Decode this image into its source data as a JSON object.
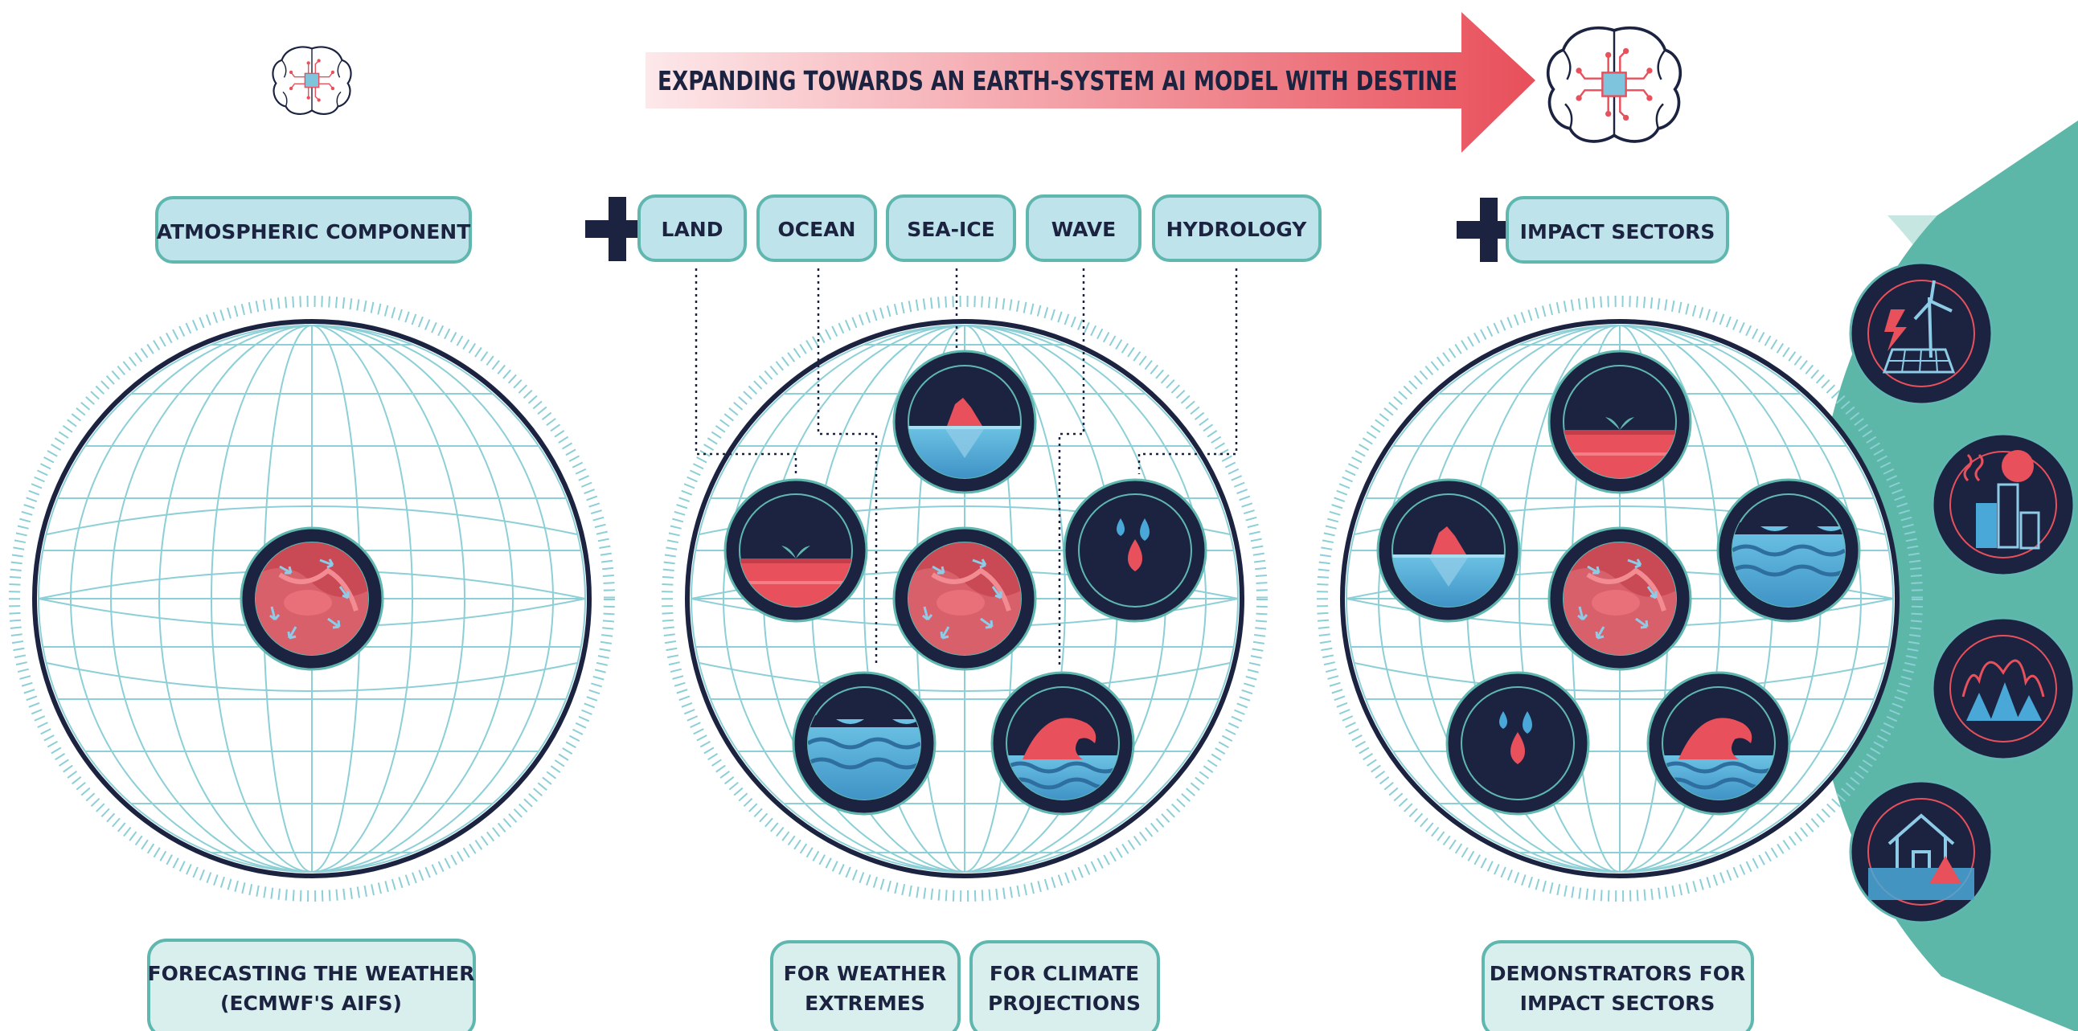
{
  "header": {
    "title": "EXPANDING TOWARDS AN EARTH-SYSTEM AI MODEL WITH DESTINE"
  },
  "components": {
    "atmospheric": "ATMOSPHERIC COMPONENT",
    "earth_system": [
      "LAND",
      "OCEAN",
      "SEA-ICE",
      "WAVE",
      "HYDROLOGY"
    ],
    "impact": "IMPACT SECTORS"
  },
  "outcomes": {
    "weather": [
      "FORECASTING THE WEATHER",
      "(ECMWF'S AIFS)"
    ],
    "extremes": [
      "FOR WEATHER",
      "EXTREMES"
    ],
    "climate": [
      "FOR CLIMATE",
      "PROJECTIONS"
    ],
    "impact": [
      "DEMONSTRATORS FOR",
      "IMPACT SECTORS"
    ]
  },
  "icons": {
    "globe_1": [
      "atmosphere-icon"
    ],
    "globe_2": [
      "sea-ice-icon",
      "land-icon",
      "atmosphere-icon",
      "hydrology-icon",
      "ocean-icon",
      "wave-icon"
    ],
    "globe_3": [
      "land-icon",
      "sea-ice-icon",
      "atmosphere-icon",
      "ocean-icon",
      "hydrology-icon",
      "wave-icon"
    ],
    "impact_band": [
      "energy-icon",
      "urban-heat-icon",
      "wildfire-icon",
      "flood-house-icon"
    ]
  },
  "colors": {
    "navy": "#1b2340",
    "pill_fill": "#bfe3ea",
    "pill_border": "#5fb7b0",
    "grid": "#8ccfd6",
    "teal_band": "#5cb7a8",
    "red": "#e8505b",
    "blue": "#4aa8d8",
    "arrow_start": "#fbe3e5",
    "arrow_end": "#e84f5a"
  }
}
